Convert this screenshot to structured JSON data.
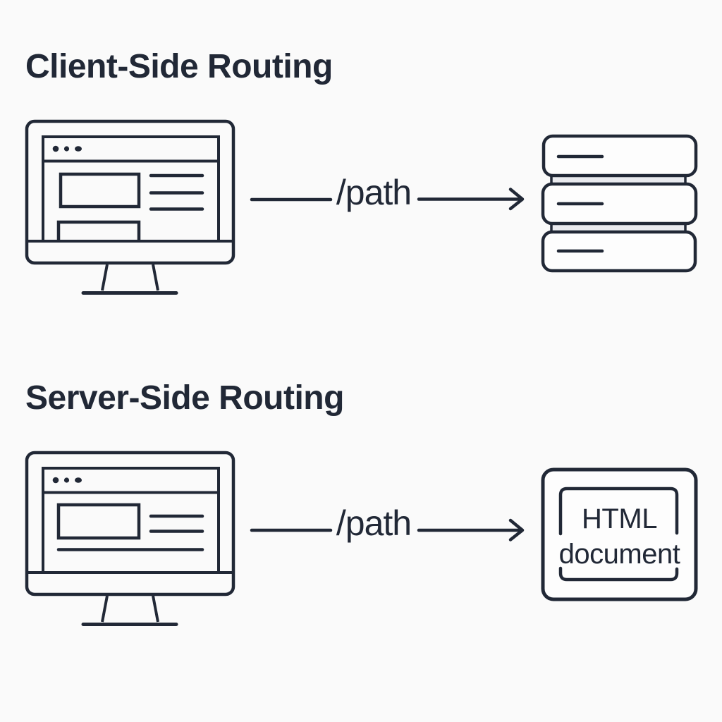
{
  "colors": {
    "background": "#fafafa",
    "ink": "#212836",
    "server_band": "#e9eaee",
    "shape_fill": "#fdfdfd"
  },
  "sections": [
    {
      "title": "Client-Side Routing",
      "path_label": "/path",
      "source_icon": "browser-monitor-icon",
      "target_icon": "server-stack-icon"
    },
    {
      "title": "Server-Side Routing",
      "path_label": "/path",
      "source_icon": "browser-monitor-icon",
      "target_icon": "html-document-icon",
      "target_label": {
        "line1": "HTML",
        "line2": "document"
      }
    }
  ]
}
